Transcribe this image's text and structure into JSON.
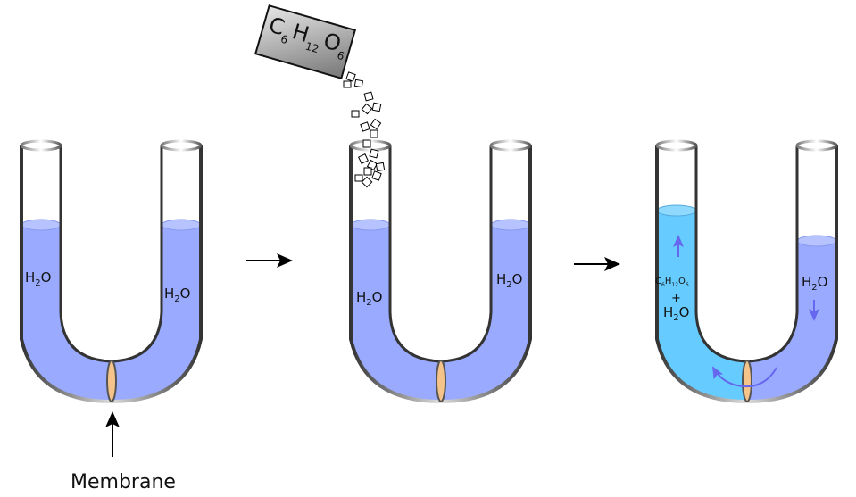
{
  "labels": {
    "water_formula": "H2O",
    "water_main": "H",
    "water_sub": "2",
    "water_tail": "O",
    "membrane_caption": "Membrane",
    "glucose_box": {
      "c": "C",
      "c_sub": "6",
      "h": "H",
      "h_sub": "12",
      "o": "O",
      "o_sub": "6"
    },
    "glucose_small": {
      "c": "C",
      "c_sub": "6",
      "h": "H",
      "h_sub": "12",
      "o": "O",
      "o_sub": "6"
    },
    "plus": "+"
  },
  "colors": {
    "water": "#99aaff",
    "solution": "#66ccff",
    "membrane": "#f5c48a",
    "arrow": "#000000",
    "flow_arrow": "#6666ee"
  }
}
